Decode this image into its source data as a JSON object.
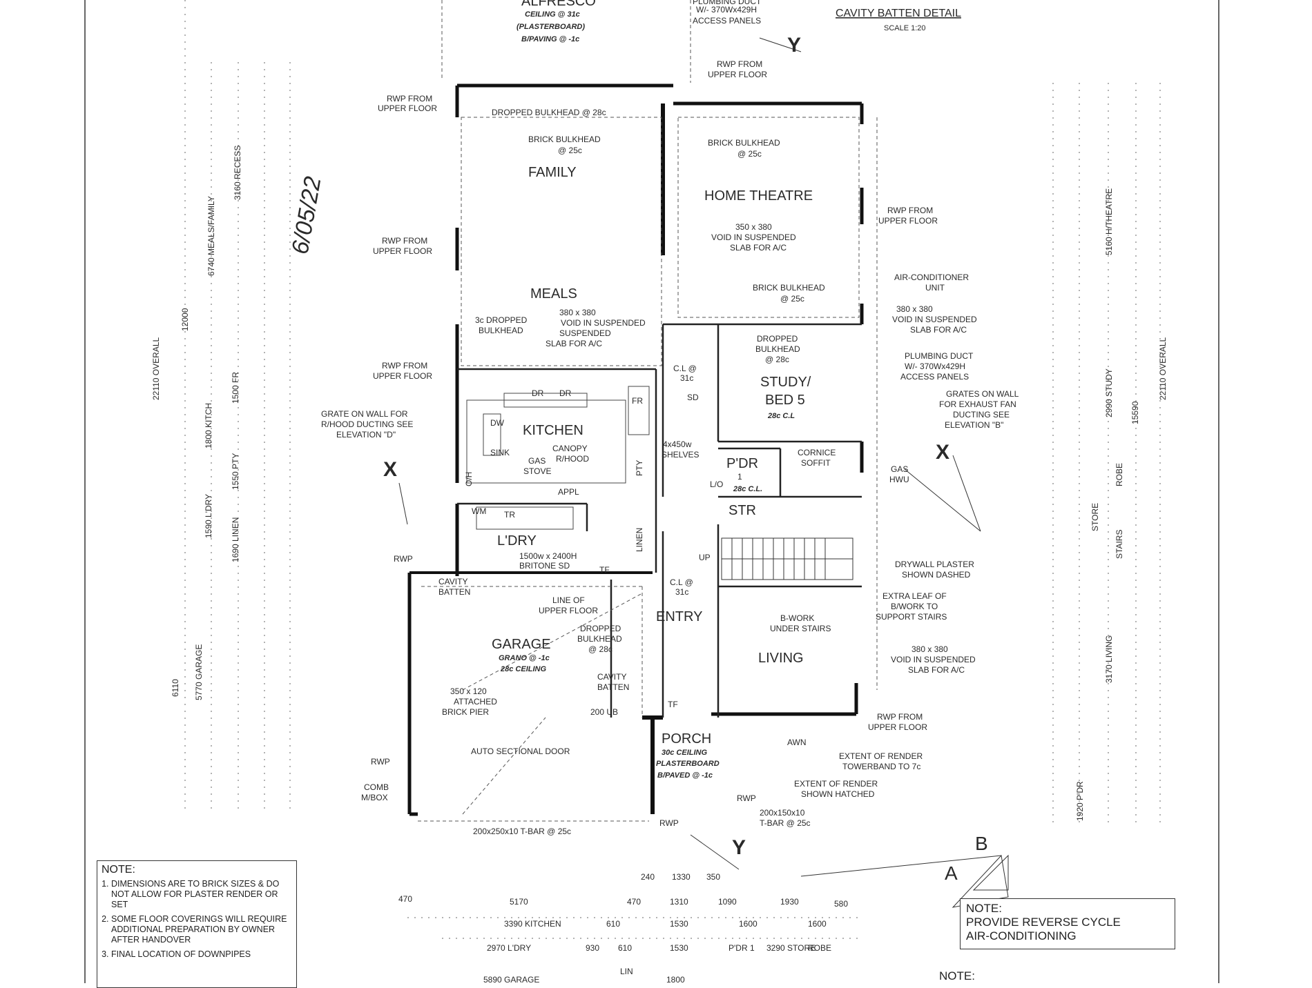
{
  "header": {
    "alfresco": "ALFRESCO",
    "alfresco_ceiling": "CEILING @ 31c",
    "alfresco_plaster": "(PLASTERBOARD)",
    "alfresco_paving": "B/PAVING @ -1c",
    "cavity_title": "CAVITY BATTEN DETAIL",
    "cavity_scale": "SCALE 1:20",
    "plumb_duct_1": "PLUMBING DUCT",
    "plumb_duct_2": "W/- 370Wx429H",
    "plumb_duct_3": "ACCESS PANELS"
  },
  "rooms": {
    "family": "FAMILY",
    "home_theatre": "HOME THEATRE",
    "meals": "MEALS",
    "kitchen": "KITCHEN",
    "study": "STUDY/",
    "study2": "BED 5",
    "study_cl": "28c C.L",
    "pdr": "P'DR",
    "pdr_num": "1",
    "pdr_cl": "28c C.L.",
    "str": "STR",
    "ldry": "L'DRY",
    "entry": "ENTRY",
    "living": "LIVING",
    "garage": "GARAGE",
    "garage_grano": "GRANO @ -1c",
    "garage_ceil": "28c CEILING",
    "porch": "PORCH",
    "porch_ceil": "30c CEILING",
    "porch_plaster": "PLASTERBOARD",
    "porch_paved": "B/PAVED @ -1c"
  },
  "labels": {
    "rwp_upper": "RWP FROM",
    "rwp_upper2": "UPPER FLOOR",
    "rwp": "RWP",
    "dropped_bulk": "DROPPED BULKHEAD @ 28c",
    "brick_bulk": "BRICK BULKHEAD",
    "at25": "@ 25c",
    "void1": "350 x 380",
    "void2": "VOID IN SUSPENDED",
    "void3": "SLAB FOR A/C",
    "void_380": "380 x 380",
    "void_susp": "SUSPENDED",
    "void_slab": "SLAB FOR A/C",
    "three_dropped": "3c DROPPED",
    "bulkhead": "BULKHEAD",
    "ac_unit": "AIR-CONDITIONER",
    "ac_unit2": "UNIT",
    "dropped": "DROPPED",
    "at28": "@ 28c",
    "grates1": "GRATES ON WALL",
    "grates2": "FOR EXHAUST FAN",
    "grates3": "DUCTING SEE",
    "grates4": "ELEVATION \"B\"",
    "grate1": "GRATE ON WALL FOR",
    "grate2": "R/HOOD DUCTING SEE",
    "grate3": "ELEVATION \"D\"",
    "cornice": "CORNICE",
    "soffit": "SOFFIT",
    "gas": "GAS",
    "hwu": "HWU",
    "shelves1": "4x450w",
    "shelves2": "SHELVES",
    "drywall1": "DRYWALL PLASTER",
    "drywall2": "SHOWN DASHED",
    "extra1": "EXTRA LEAF OF",
    "extra2": "B/WORK TO",
    "extra3": "SUPPORT STAIRS",
    "bwork1": "B-WORK",
    "bwork2": "UNDER STAIRS",
    "render1": "EXTENT OF RENDER",
    "render2": "TOWERBAND TO 7c",
    "render3": "SHOWN HATCHED",
    "cavity": "CAVITY",
    "batten": "BATTEN",
    "line_upper1": "LINE OF",
    "line_upper2": "UPPER FLOOR",
    "pier1": "350 x 120",
    "pier2": "ATTACHED",
    "pier3": "BRICK PIER",
    "auto_door": "AUTO SECTIONAL DOOR",
    "tbar1": "200x250x10 T-BAR @ 25c",
    "tbar2": "200x150x10",
    "tbar3": "T-BAR @ 25c",
    "awn": "AWN",
    "comb": "COMB",
    "mbox": "M/BOX",
    "britone1": "1500w x 2400H",
    "britone2": "BRITONE SD",
    "canopy": "CANOPY",
    "rhood": "R/HOOD",
    "gas_stove": "GAS",
    "stove": "STOVE",
    "sink": "SINK",
    "dw": "DW",
    "dr": "DR",
    "fr": "FR",
    "pty": "PTY",
    "appl": "APPL",
    "oh": "O/H",
    "wm": "WM",
    "tr": "TR",
    "linen": "LINEN",
    "up": "UP",
    "lo": "L/O",
    "tf": "TF",
    "sd": "SD",
    "cl31": "C.L @",
    "c31": "31c",
    "ub": "200 UB",
    "x": "X",
    "y": "Y",
    "a": "A",
    "b": "B",
    "handwritten": "6/05/22"
  },
  "dims_left": [
    "22110 OVERALL",
    "12000",
    "6740 MEALS/FAMILY",
    "3160 RECESS",
    "1800 KITCH",
    "1590 L'DRY",
    "5770 GARAGE",
    "6110",
    "1550 PTY",
    "1500 FR",
    "1690 LINEN"
  ],
  "dims_right": [
    "22110 OVERALL",
    "15590",
    "5160 H/THEATRE",
    "2990 STUDY",
    "3170 LIVING",
    "1920 P'DR",
    "STAIRS",
    "ROBE",
    "STORE"
  ],
  "notes": {
    "left_head": "NOTE:",
    "left_1": "DIMENSIONS ARE TO BRICK SIZES & DO NOT ALLOW FOR PLASTER RENDER OR SET",
    "left_2": "SOME FLOOR COVERINGS WILL REQUIRE ADDITIONAL PREPARATION BY OWNER AFTER HANDOVER",
    "left_3": "FINAL LOCATION OF DOWNPIPES",
    "right_head": "NOTE:",
    "right_1": "PROVIDE REVERSE CYCLE",
    "right_2": "AIR-CONDITIONING",
    "bottom_right": "NOTE:"
  },
  "schedule": {
    "row1": [
      "3390 KITCHEN",
      "610",
      "1530",
      "1600",
      "1600"
    ],
    "row2": [
      "2970 L'DRY",
      "930",
      "610",
      "1530",
      "P'DR 1",
      "3290 STORE",
      "ROBE"
    ],
    "row3": [
      "5890 GARAGE",
      "LIN",
      "1800"
    ],
    "top": [
      "240",
      "1330",
      "350",
      "470",
      "5170",
      "470",
      "1310",
      "1090",
      "1930",
      "580"
    ]
  }
}
